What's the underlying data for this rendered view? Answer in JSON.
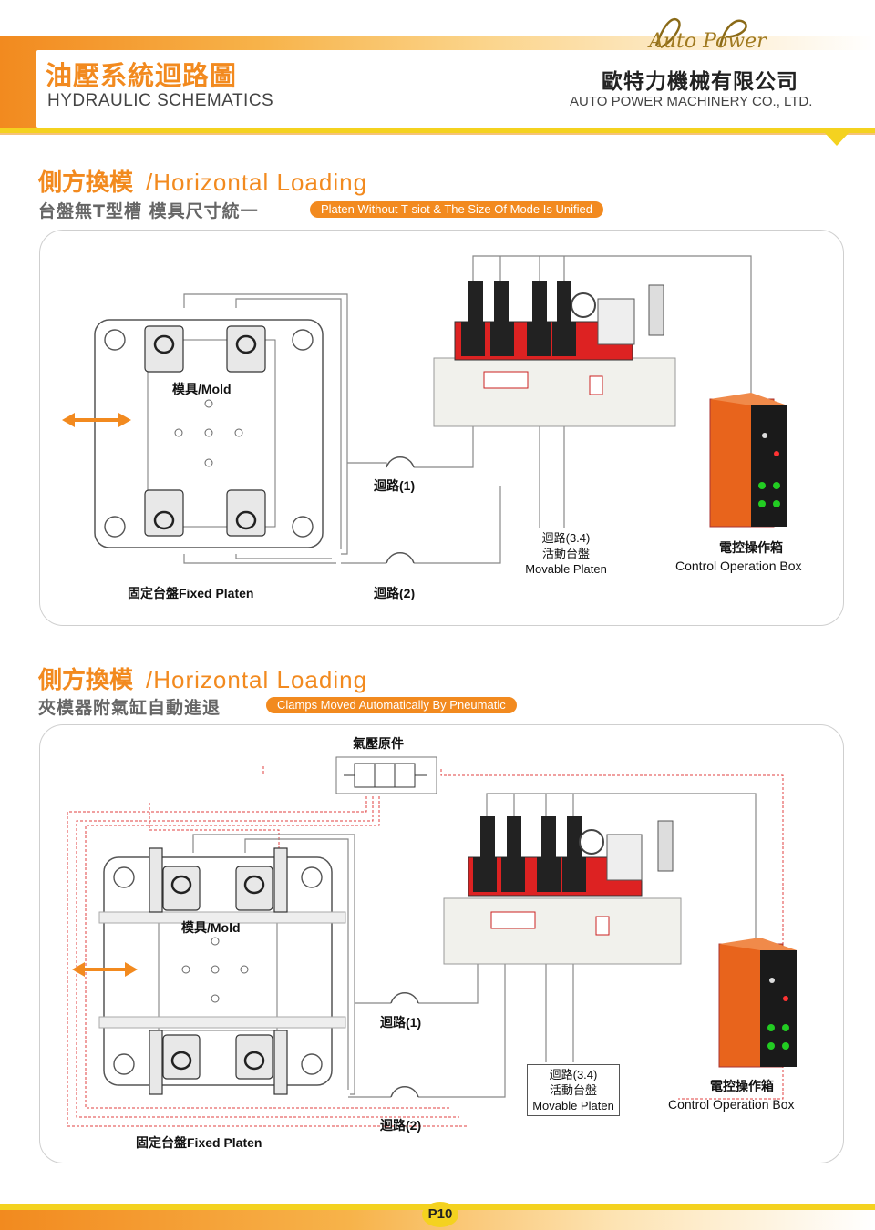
{
  "header": {
    "title_cn": "油壓系統迴路圖",
    "title_en": "HYDRAULIC SCHEMATICS",
    "logo_text": "Auto Power",
    "company_cn": "歐特力機械有限公司",
    "company_en": "AUTO POWER MACHINERY CO., LTD."
  },
  "section1": {
    "title_cn": "側方換模",
    "title_en": "/Horizontal Loading",
    "subtitle_cn": "台盤無T型槽 模具尺寸統一",
    "pill": "Platen Without T-siot & The Size Of Mode Is Unified",
    "mold_label": "模具/Mold",
    "circuit1": "迴路(1)",
    "circuit2": "迴路(2)",
    "circuit34_line1": "迴路(3.4)",
    "circuit34_line2": "活動台盤",
    "circuit34_line3": "Movable Platen",
    "fixed_platen": "固定台盤Fixed Platen",
    "control_cn": "電控操作箱",
    "control_en": "Control Operation Box"
  },
  "section2": {
    "title_cn": "側方換模",
    "title_en": "/Horizontal Loading",
    "subtitle_cn": "夾模器附氣缸自動進退",
    "pill": "Clamps Moved Automatically By Pneumatic",
    "pneumatic_label": "氣壓原件",
    "mold_label": "模具/Mold",
    "circuit1": "迴路(1)",
    "circuit2": "迴路(2)",
    "circuit34_line1": "迴路(3.4)",
    "circuit34_line2": "活動台盤",
    "circuit34_line3": "Movable Platen",
    "fixed_platen": "固定台盤Fixed Platen",
    "control_cn": "電控操作箱",
    "control_en": "Control Operation Box"
  },
  "footer": {
    "page": "P10"
  },
  "colors": {
    "accent_orange": "#f28a1f",
    "accent_yellow": "#f4d21f",
    "panel_border": "#cfcfcf",
    "pneumatic_line": "#e04040"
  }
}
